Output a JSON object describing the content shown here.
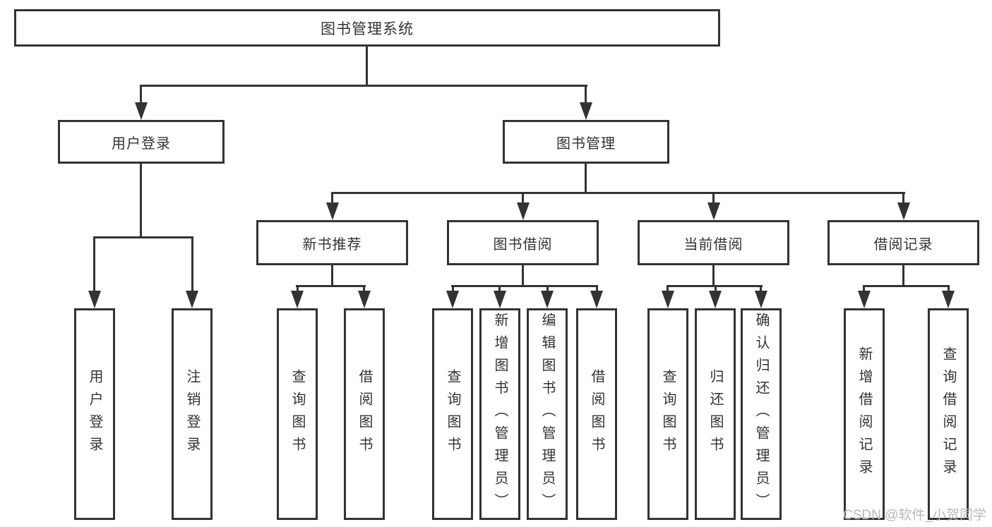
{
  "diagram": {
    "type": "hierarchy-tree",
    "root": {
      "label": "图书管理系统",
      "children": [
        {
          "label": "用户登录",
          "children": [
            {
              "label": "用户登录"
            },
            {
              "label": "注销登录"
            }
          ]
        },
        {
          "label": "图书管理",
          "children": [
            {
              "label": "新书推荐",
              "children": [
                {
                  "label": "查询图书"
                },
                {
                  "label": "借阅图书"
                }
              ]
            },
            {
              "label": "图书借阅",
              "children": [
                {
                  "label": "查询图书"
                },
                {
                  "label": "新增图书（管理员）"
                },
                {
                  "label": "编辑图书（管理员）"
                },
                {
                  "label": "借阅图书"
                }
              ]
            },
            {
              "label": "当前借阅",
              "children": [
                {
                  "label": "查询图书"
                },
                {
                  "label": "归还图书"
                },
                {
                  "label": "确认归还（管理员）"
                }
              ]
            },
            {
              "label": "借阅记录",
              "children": [
                {
                  "label": "新增借阅记录"
                },
                {
                  "label": "查询借阅记录"
                }
              ]
            }
          ]
        }
      ]
    },
    "watermark": "CSDN @软件_小贺同学",
    "colors": {
      "line": "#333333",
      "text": "#333333",
      "watermark": "#b9b9b9",
      "background": "#ffffff"
    }
  }
}
